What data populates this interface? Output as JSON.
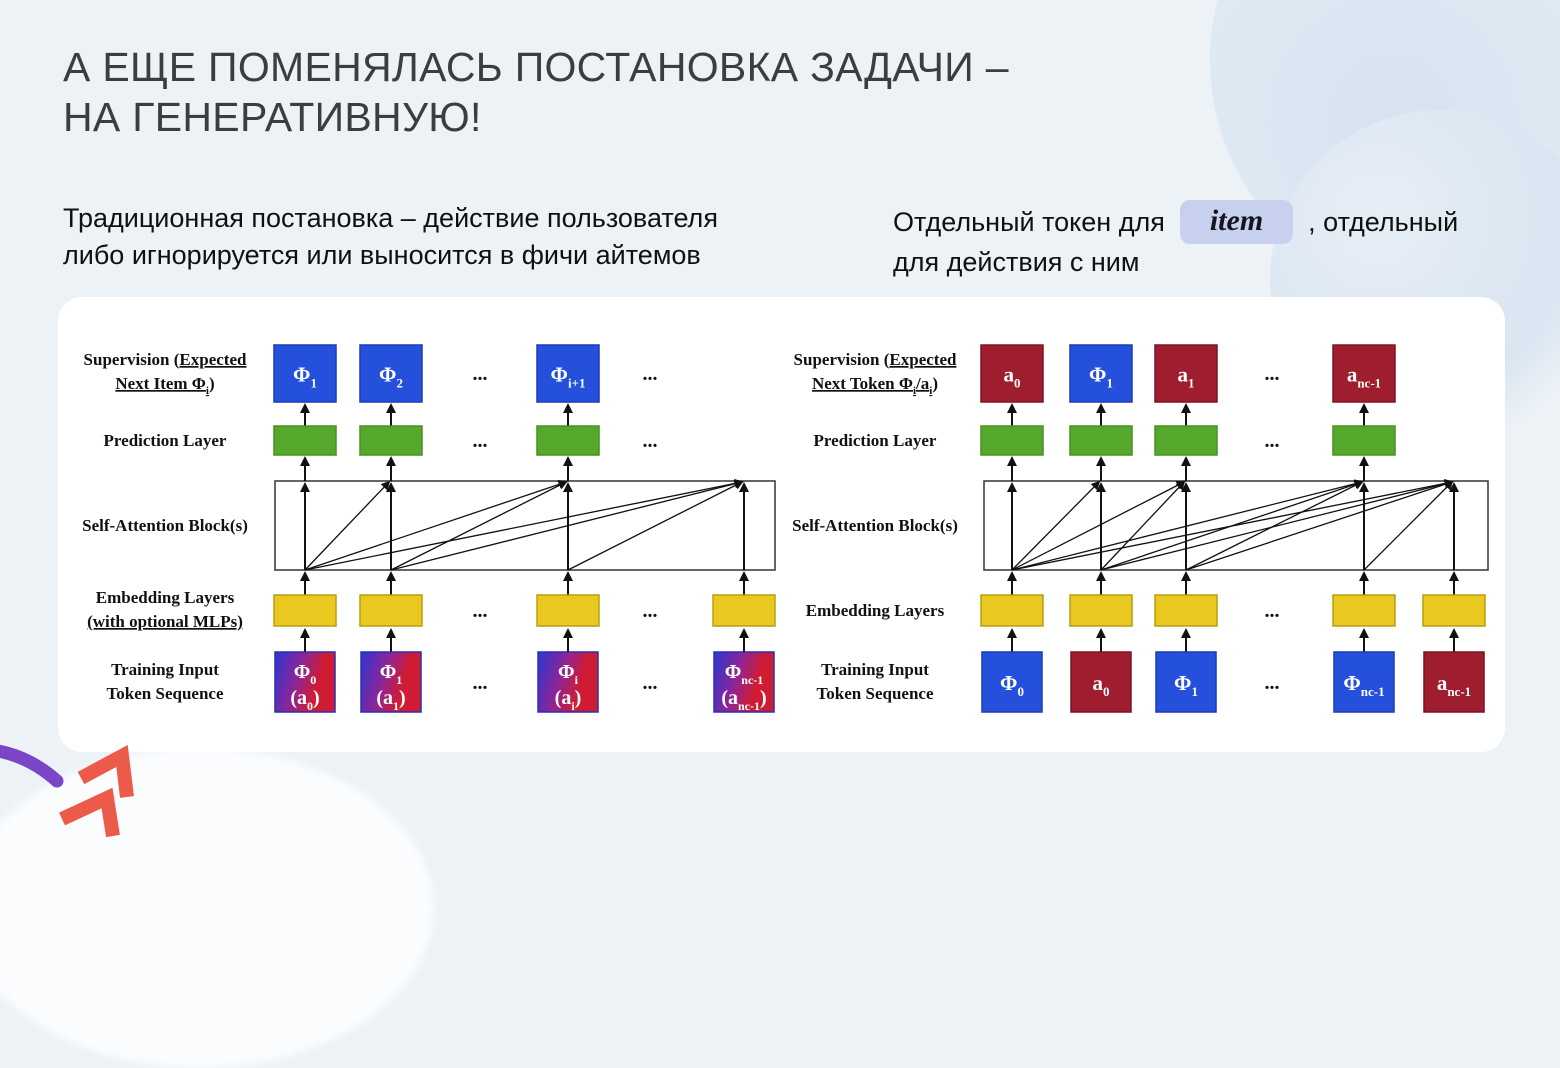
{
  "slide": {
    "title_line1": "А ЕЩЕ ПОМЕНЯЛАСЬ ПОСТАНОВКА ЗАДАЧИ –",
    "title_line2": "НА ГЕНЕРАТИВНУЮ!",
    "left_note_line1": "Традиционная постановка – действие пользователя",
    "left_note_line2": "либо игнорируется или выносится в фичи айтемов",
    "right_note_prefix": "Отдельный токен для",
    "right_note_badge": "item",
    "right_note_suffix": ", отдельный",
    "right_note_line2": "для действия с ним",
    "dots_char": "..."
  },
  "colors": {
    "background": "#edf2f7",
    "card": "#ffffff",
    "title_text": "#3d3d3d",
    "body_text": "#101010",
    "badge_bg": "#c7d1ed",
    "badge_text": "#15151f",
    "box_blue": "#2450dc",
    "box_green": "#55a82b",
    "box_yellow": "#e9c91f",
    "box_darkred": "#9e1d2e",
    "gradient_blue": "#2c36d0",
    "gradient_purple": "#8c2598",
    "gradient_red": "#cf1c33",
    "diagram_text": "#111111",
    "decor_purple": "#7a46c5",
    "decor_coral": "#ec5a49"
  },
  "diagrams": [
    {
      "id": "traditional",
      "labels": {
        "supervision": [
          [
            {
              "t": "Supervision ("
            },
            {
              "t": "Expected",
              "u": 1
            }
          ],
          [
            {
              "t": "Next Item Φ_{i}",
              "u": 1
            },
            {
              "t": ")"
            }
          ]
        ],
        "prediction": [
          [
            {
              "t": "Prediction Layer"
            }
          ]
        ],
        "attention": [
          [
            {
              "t": "Self-Attention Block(s)"
            }
          ]
        ],
        "embedding": [
          [
            {
              "t": "Embedding Layers"
            }
          ],
          [
            {
              "t": "(with optional MLPs)",
              "u": 1
            }
          ]
        ],
        "input": [
          [
            {
              "t": "Training Input"
            }
          ],
          [
            {
              "t": "Token Sequence"
            }
          ]
        ]
      },
      "supervision_boxes": [
        {
          "col": 0,
          "text": "Φ_{1}",
          "fill": "blue"
        },
        {
          "col": 1,
          "text": "Φ_{2}",
          "fill": "blue"
        },
        {
          "col": 2,
          "text": "Φ_{i+1}",
          "fill": "blue"
        }
      ],
      "prediction_cols": [
        0,
        1,
        2
      ],
      "embedding_cols": [
        0,
        1,
        2,
        3
      ],
      "input_boxes": [
        {
          "col": 0,
          "lines": [
            "Φ_{0}",
            "(a_{0})"
          ],
          "fill": "gradient"
        },
        {
          "col": 1,
          "lines": [
            "Φ_{1}",
            "(a_{1})"
          ],
          "fill": "gradient"
        },
        {
          "col": 2,
          "lines": [
            "Φ_{i}",
            "(a_{i})"
          ],
          "fill": "gradient"
        },
        {
          "col": 3,
          "lines": [
            "Φ_{nc-1}",
            "(a_{nc-1})"
          ],
          "fill": "gradient"
        }
      ],
      "dots": {
        "supervision": [
          0,
          1
        ],
        "prediction": [
          0,
          1
        ],
        "embedding": [
          0,
          1
        ],
        "input": [
          0,
          1
        ]
      }
    },
    {
      "id": "generative",
      "labels": {
        "supervision": [
          [
            {
              "t": "Supervision ("
            },
            {
              "t": "Expected",
              "u": 1
            }
          ],
          [
            {
              "t": "Next Token Φ_{i}/a_{i}",
              "u": 1
            },
            {
              "t": ")"
            }
          ]
        ],
        "prediction": [
          [
            {
              "t": "Prediction Layer"
            }
          ]
        ],
        "attention": [
          [
            {
              "t": "Self-Attention Block(s)"
            }
          ]
        ],
        "embedding": [
          [
            {
              "t": "Embedding Layers"
            }
          ]
        ],
        "input": [
          [
            {
              "t": "Training Input"
            }
          ],
          [
            {
              "t": "Token Sequence"
            }
          ]
        ]
      },
      "supervision_boxes": [
        {
          "col": 0,
          "text": "a_{0}",
          "fill": "darkred"
        },
        {
          "col": 1,
          "text": "Φ_{1}",
          "fill": "blue"
        },
        {
          "col": 2,
          "text": "a_{1}",
          "fill": "darkred"
        },
        {
          "col": 3,
          "text": "a_{nc-1}",
          "fill": "darkred"
        }
      ],
      "prediction_cols": [
        0,
        1,
        2,
        3
      ],
      "embedding_cols": [
        0,
        1,
        2,
        3,
        4
      ],
      "input_boxes": [
        {
          "col": 0,
          "lines": [
            "Φ_{0}"
          ],
          "fill": "blue"
        },
        {
          "col": 1,
          "lines": [
            "a_{0}"
          ],
          "fill": "darkred"
        },
        {
          "col": 2,
          "lines": [
            "Φ_{1}"
          ],
          "fill": "blue"
        },
        {
          "col": 3,
          "lines": [
            "Φ_{nc-1}"
          ],
          "fill": "blue"
        },
        {
          "col": 4,
          "lines": [
            "a_{nc-1}"
          ],
          "fill": "darkred"
        }
      ],
      "dots": {
        "supervision": [
          0
        ],
        "prediction": [
          0
        ],
        "embedding": [
          0
        ],
        "input": [
          0
        ]
      }
    }
  ]
}
